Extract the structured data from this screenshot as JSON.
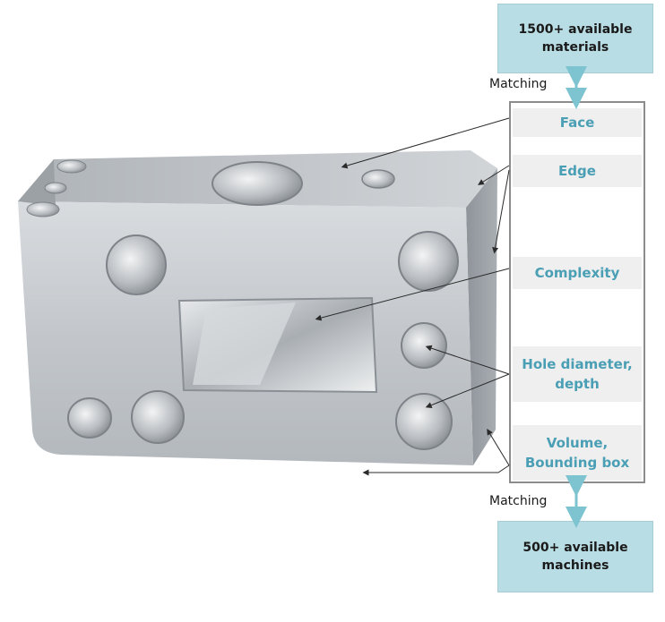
{
  "top_box": {
    "label": "1500+ available\nmaterials"
  },
  "bottom_box": {
    "label": "500+ available\nmachines"
  },
  "matching_top": "Matching",
  "matching_bottom": "Matching",
  "features": [
    {
      "id": "face",
      "label": "Face"
    },
    {
      "id": "edge",
      "label": "Edge"
    },
    {
      "id": "complexity",
      "label": "Complexity"
    },
    {
      "id": "hole",
      "label": "Hole diameter,\ndepth"
    },
    {
      "id": "volume",
      "label": "Volume,\nBounding box"
    }
  ],
  "colors": {
    "box_fill": "#b9dde4",
    "feature_text": "#4a9fb5",
    "arrow": "#7ec3d0",
    "metal": "#c4c8cc"
  }
}
